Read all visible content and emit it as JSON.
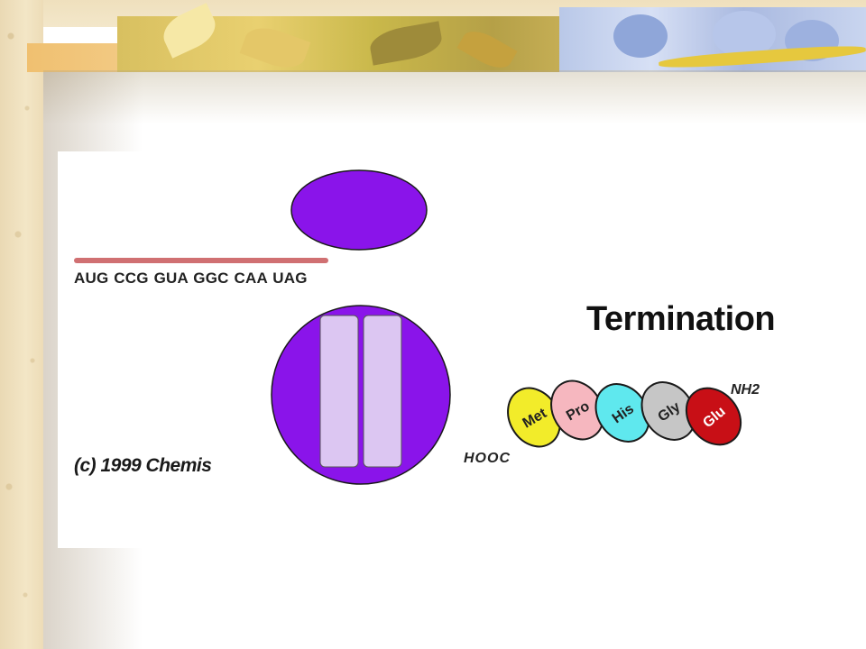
{
  "diagram": {
    "title": "Termination",
    "codons": "AUG CCG GUA GGC CAA UAG",
    "copyright": "(c) 1999 Chemis",
    "terminals": {
      "carboxyl": "HOOC",
      "amino": "NH2"
    },
    "amino_acids": [
      {
        "name": "Met",
        "color": "#f2ec2a"
      },
      {
        "name": "Pro",
        "color": "#f6b7bf"
      },
      {
        "name": "His",
        "color": "#5fe8ee"
      },
      {
        "name": "Gly",
        "color": "#c6c6c6"
      },
      {
        "name": "Glu",
        "color": "#c80f16"
      }
    ],
    "colors": {
      "ribosome": "#8a14ea",
      "mrna": "#d07072",
      "site": "#dcc6f2"
    }
  }
}
